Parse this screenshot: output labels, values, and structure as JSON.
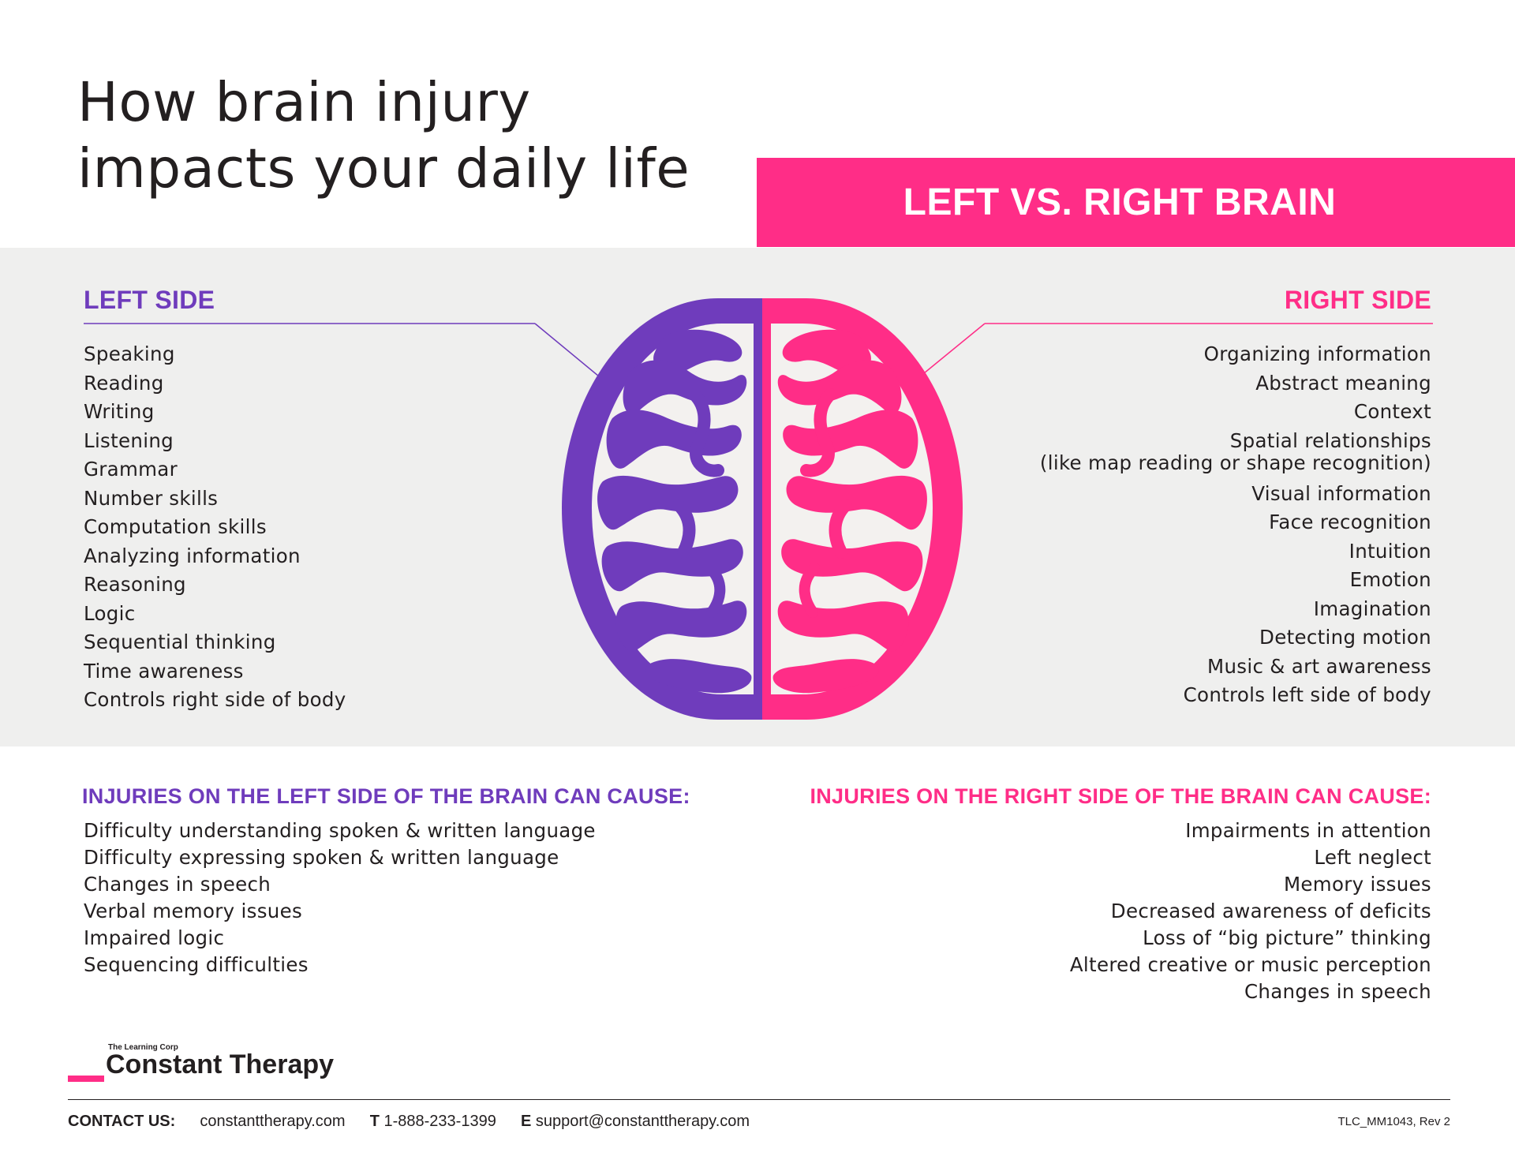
{
  "title": {
    "line1": "How brain injury",
    "line2": "impacts your daily life"
  },
  "banner": {
    "text": "LEFT VS. RIGHT BRAIN"
  },
  "colors": {
    "left": "#6f3cbc",
    "right": "#ff2d87",
    "panel": "#efefee"
  },
  "left_side": {
    "heading": "LEFT SIDE",
    "items": [
      "Speaking",
      "Reading",
      "Writing",
      "Listening",
      "Grammar",
      "Number skills",
      "Computation skills",
      "Analyzing information",
      "Reasoning",
      "Logic",
      "Sequential thinking",
      "Time awareness",
      "Controls right side of body"
    ]
  },
  "right_side": {
    "heading": "RIGHT SIDE",
    "items": [
      "Organizing information",
      "Abstract meaning",
      "Context",
      "Spatial relationships",
      "(like map reading or shape recognition)",
      "Visual information",
      "Face recognition",
      "Intuition",
      "Emotion",
      "Imagination",
      "Detecting motion",
      "Music & art awareness",
      "Controls left side of body"
    ]
  },
  "left_injuries": {
    "heading": "INJURIES ON THE LEFT SIDE OF THE BRAIN CAN CAUSE:",
    "items": [
      "Difficulty understanding spoken & written language",
      "Difficulty expressing spoken & written language",
      "Changes in speech",
      "Verbal memory issues",
      "Impaired logic",
      "Sequencing difficulties"
    ]
  },
  "right_injuries": {
    "heading": "INJURIES ON THE RIGHT SIDE OF THE BRAIN CAN CAUSE:",
    "items": [
      "Impairments in attention",
      "Left neglect",
      "Memory issues",
      "Decreased awareness of deficits",
      "Loss of “big picture” thinking",
      "Altered creative or music perception",
      "Changes in speech"
    ]
  },
  "logo": {
    "small": "The Learning Corp",
    "name": "Constant Therapy"
  },
  "footer": {
    "contact_label": "CONTACT US:",
    "website": "constanttherapy.com",
    "phone_label": "T",
    "phone": "1-888-233-1399",
    "email_label": "E",
    "email": "support@constanttherapy.com",
    "revision": "TLC_MM1043, Rev 2"
  }
}
